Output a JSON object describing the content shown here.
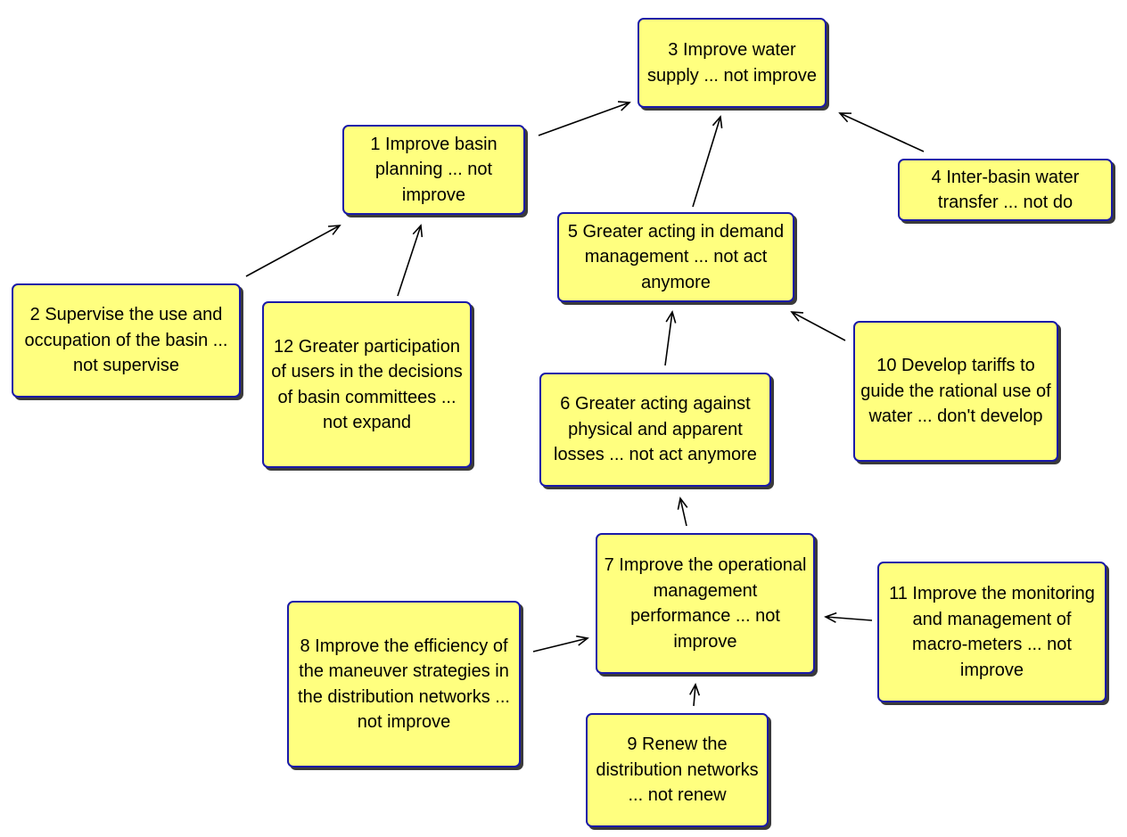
{
  "diagram": {
    "type": "cognitive-map",
    "colors": {
      "node_fill": "#ffff7f",
      "node_border": "#1a1aa8",
      "node_shadow": "#3a3a3a",
      "link": "#000000"
    },
    "nodes": [
      {
        "id": "n1",
        "label": "1 Improve basin planning ... not improve"
      },
      {
        "id": "n2",
        "label": "2 Supervise the use and occupation of the basin ... not supervise"
      },
      {
        "id": "n3",
        "label": "3 Improve water supply ... not improve"
      },
      {
        "id": "n4",
        "label": "4 Inter-basin water transfer ... not do"
      },
      {
        "id": "n5",
        "label": "5 Greater acting in demand management ... not act anymore"
      },
      {
        "id": "n6",
        "label": "6 Greater acting against physical and apparent losses ... not act anymore"
      },
      {
        "id": "n7",
        "label": "7 Improve the operational management performance ... not improve"
      },
      {
        "id": "n8",
        "label": "8 Improve the efficiency of the maneuver strategies in the distribution networks ... not improve"
      },
      {
        "id": "n9",
        "label": "9 Renew the distribution networks ... not renew"
      },
      {
        "id": "n10",
        "label": "10 Develop tariffs to guide the rational use of water ... don't develop"
      },
      {
        "id": "n11",
        "label": "11 Improve the monitoring and management of macro-meters ... not improve"
      },
      {
        "id": "n12",
        "label": "12 Greater participation of users in the decisions of basin committees ... not expand"
      }
    ],
    "links": [
      {
        "from": "n1",
        "to": "n3"
      },
      {
        "from": "n2",
        "to": "n1"
      },
      {
        "from": "n12",
        "to": "n1"
      },
      {
        "from": "n4",
        "to": "n3"
      },
      {
        "from": "n5",
        "to": "n3"
      },
      {
        "from": "n10",
        "to": "n5"
      },
      {
        "from": "n6",
        "to": "n5"
      },
      {
        "from": "n7",
        "to": "n6"
      },
      {
        "from": "n8",
        "to": "n7"
      },
      {
        "from": "n9",
        "to": "n7"
      },
      {
        "from": "n11",
        "to": "n7"
      }
    ]
  }
}
